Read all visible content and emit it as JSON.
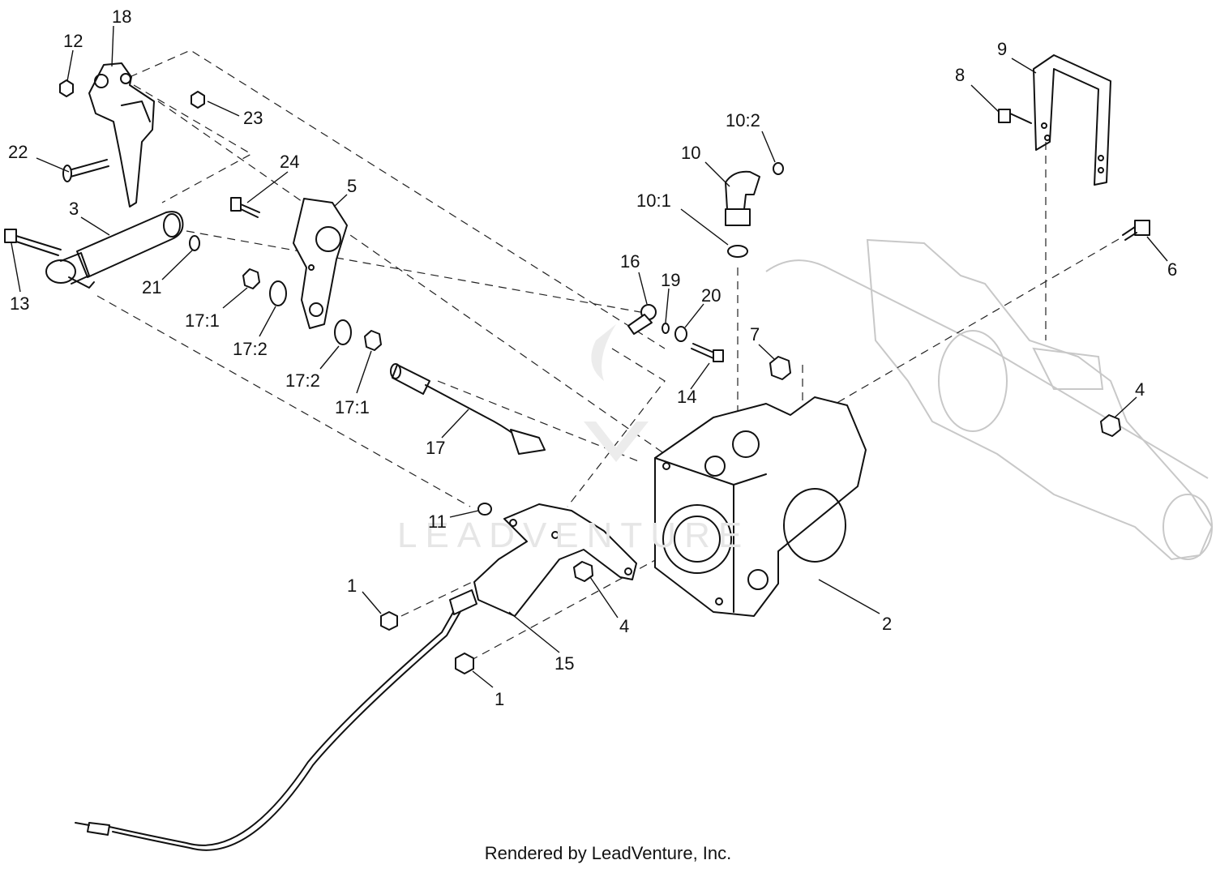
{
  "credit": "Rendered by LeadVenture, Inc.",
  "watermark": "LEADVENTURE",
  "callouts": [
    "18",
    "12",
    "23",
    "22",
    "3",
    "13",
    "21",
    "24",
    "5",
    "17:1",
    "17:2",
    "17:2",
    "17:1",
    "17",
    "16",
    "19",
    "20",
    "14",
    "10:2",
    "10",
    "10:1",
    "7",
    "9",
    "8",
    "6",
    "4",
    "11",
    "1",
    "4",
    "15",
    "1",
    "2"
  ]
}
